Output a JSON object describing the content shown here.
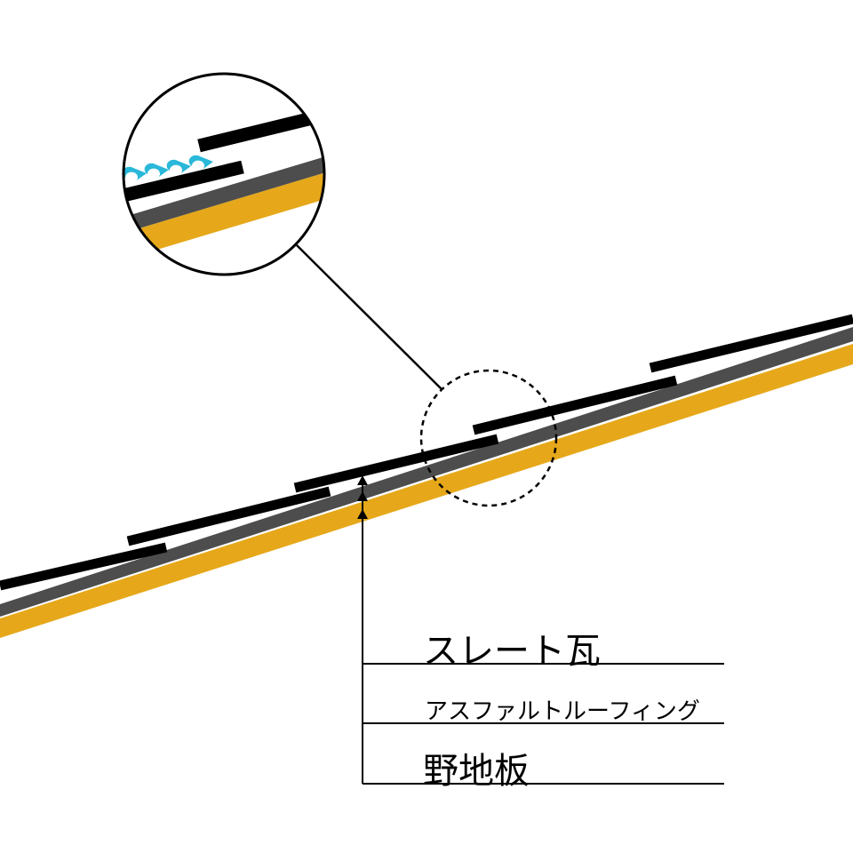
{
  "labels": {
    "tile": "スレート瓦",
    "roofing": "アスファルトルーフィング",
    "sheathing": "野地板"
  },
  "colors": {
    "sheathing": "#e6a81a",
    "roofing": "#4d4d4d",
    "tile": "#000000",
    "water": "#29b8d9"
  }
}
